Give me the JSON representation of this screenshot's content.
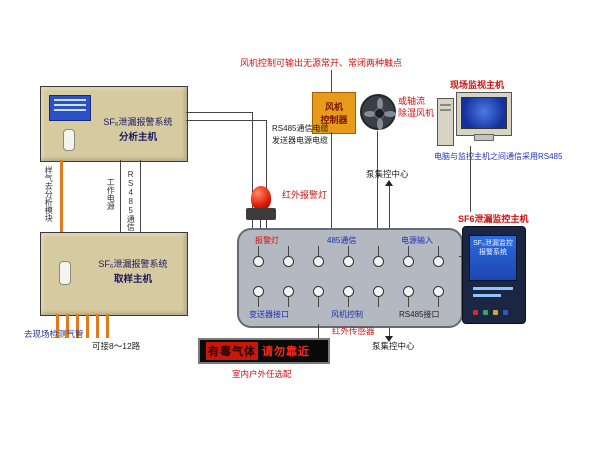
{
  "colors": {
    "accent_red": "#cc1111",
    "accent_blue": "#2233bb",
    "box_beige": "#d6caa0",
    "board_gray": "#b4b8c0",
    "tube_orange": "#e07a1e",
    "panel_navy": "#1b2742",
    "led_red": "#ff2a1a"
  },
  "analysis_host": {
    "title": "SF₆泄漏报警系统",
    "subtitle": "分析主机"
  },
  "sampling_host": {
    "title": "SF₆泄漏报警系统",
    "subtitle": "取样主机"
  },
  "wire_labels": {
    "sample_gas": "样气去分析模块",
    "work_power": "工作电源",
    "rs485_comm": "RS485通信",
    "rs485_cable": "RS485通信电缆",
    "sender_power_cable": "发送器电源电缆"
  },
  "fan_note": "风机控制可输出无源常开、常闭两种触点",
  "fan_controller": {
    "line1": "风机",
    "line2": "控制器"
  },
  "fan": {
    "line1": "或轴流",
    "line2": "除湿风机"
  },
  "computer": {
    "title": "现场监视主机",
    "comm_note": "电脑与监控主机之间通信采用RS485"
  },
  "beacon": {
    "label": "红外报警灯"
  },
  "board": {
    "label_alarm": "报警灯",
    "label_comm": "485通信",
    "label_power": "电源输入",
    "label_transmitter": "变送器接口",
    "label_fan_ctrl": "风机控制",
    "label_rs485_port": "RS485接口",
    "label_ir_sensor": "红外传感器"
  },
  "pump_center_top": "泵集控中心",
  "pump_center_bottom": "泵集控中心",
  "panel": {
    "title": "SF6泄漏监控主机",
    "screen_text": "SF₆泄漏监控报警系统"
  },
  "led": {
    "seg1": "有毒气体",
    "seg2": "请勿靠近",
    "caption": "室内户外任选配"
  },
  "bottom_labels": {
    "gas_pipe": "去现场检测气管",
    "channels": "可接8～12路"
  }
}
